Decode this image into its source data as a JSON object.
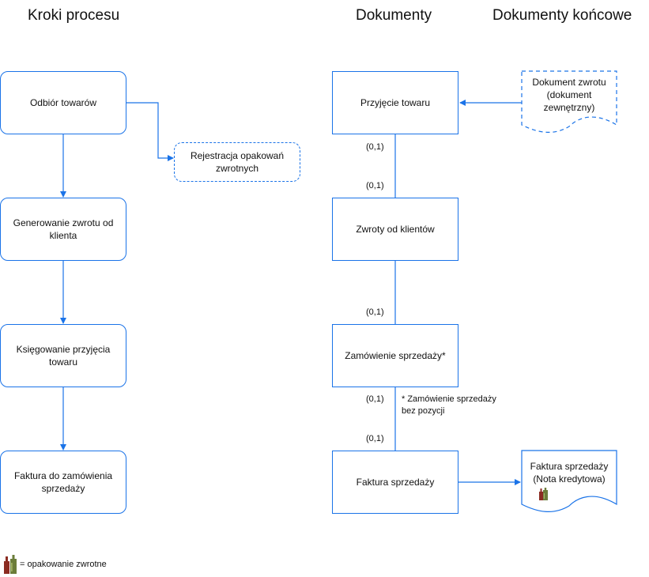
{
  "headers": {
    "steps": "Kroki procesu",
    "documents": "Dokumenty",
    "final_documents": "Dokumenty końcowe"
  },
  "steps": {
    "receipt": "Odbiór towarów",
    "register_packaging": "Rejestracja opakowań zwrotnych",
    "generate_return": "Generowanie zwrotu od klienta",
    "post_receipt": "Księgowanie przyjęcia towaru",
    "invoice_order": "Faktura do zamówienia sprzedaży"
  },
  "documents": {
    "goods_receipt": "Przyjęcie towaru",
    "customer_returns": "Zwroty od klientów",
    "sales_order": "Zamówienie sprzedaży*",
    "sales_invoice": "Faktura sprzedaży"
  },
  "final_documents": {
    "return_doc": "Dokument zwrotu (dokument zewnętrzny)",
    "invoice_credit": "Faktura sprzedaży (Nota kredytowa)"
  },
  "cardinality": {
    "c1": "(0,1)",
    "c2": "(0,1)",
    "c3": "(0,1)",
    "c4": "(0,1)",
    "c5": "(0,1)"
  },
  "note": "* Zamówienie sprzedaży bez pozycji",
  "legend": {
    "text": "= opakowanie zwrotne",
    "icon": "bottles-icon"
  },
  "colors": {
    "accent": "#1a73e8"
  }
}
